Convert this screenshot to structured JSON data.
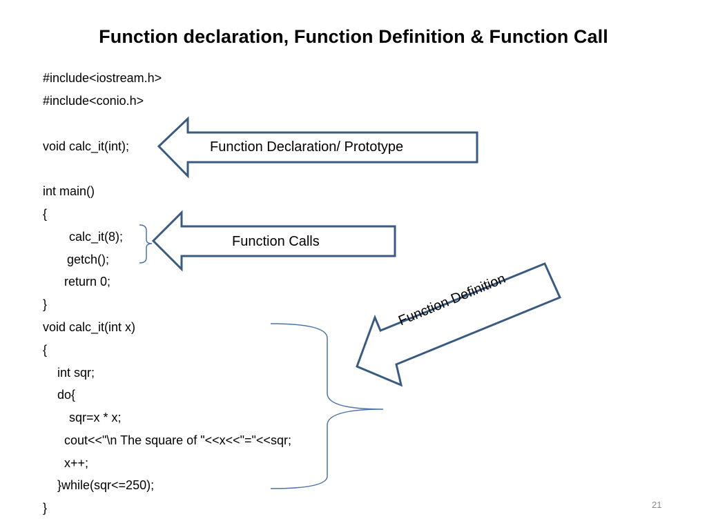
{
  "slide": {
    "title": "Function declaration, Function Definition & Function Call",
    "page_number": "21"
  },
  "code": {
    "lines": [
      "#include<iostream.h>",
      "#include<conio.h>",
      "void calc_it(int);",
      "int main()",
      "{",
      "calc_it(8);",
      "getch();",
      "return 0;",
      "}",
      "void calc_it(int x)",
      "{",
      "int sqr;",
      "do{",
      "sqr=x * x;",
      "cout<<\"\\n The square of \"<<x<<\"=\"<<sqr;",
      "x++;",
      "}while(sqr<=250);",
      "}"
    ]
  },
  "arrows": {
    "declaration_label": "Function Declaration/ Prototype",
    "calls_label": "Function Calls",
    "definition_label": "Function Definition",
    "stroke_color": "#3a5a80"
  }
}
